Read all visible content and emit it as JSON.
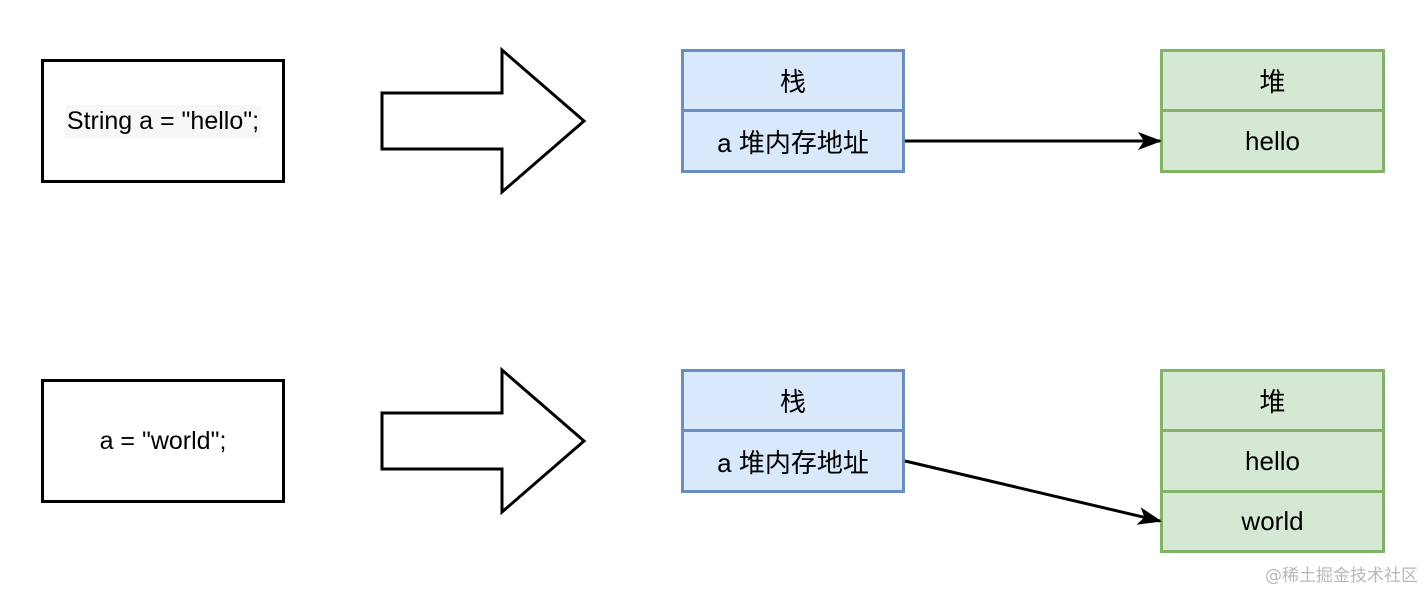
{
  "rows": [
    {
      "code": "String a = \"hello\";",
      "stack": {
        "header": "栈",
        "entry": "a 堆内存地址"
      },
      "heap": {
        "header": "堆",
        "cells": [
          "hello"
        ]
      },
      "pointer_target": "hello"
    },
    {
      "code": "a = \"world\";",
      "stack": {
        "header": "栈",
        "entry": "a 堆内存地址"
      },
      "heap": {
        "header": "堆",
        "cells": [
          "hello",
          "world"
        ]
      },
      "pointer_target": "world"
    }
  ],
  "colors": {
    "stack_fill": "#dae8fc",
    "stack_border": "#6c8ebf",
    "heap_fill": "#d5e8d4",
    "heap_border": "#82b366",
    "line": "#000000"
  },
  "watermark": "@稀土掘金技术社区"
}
